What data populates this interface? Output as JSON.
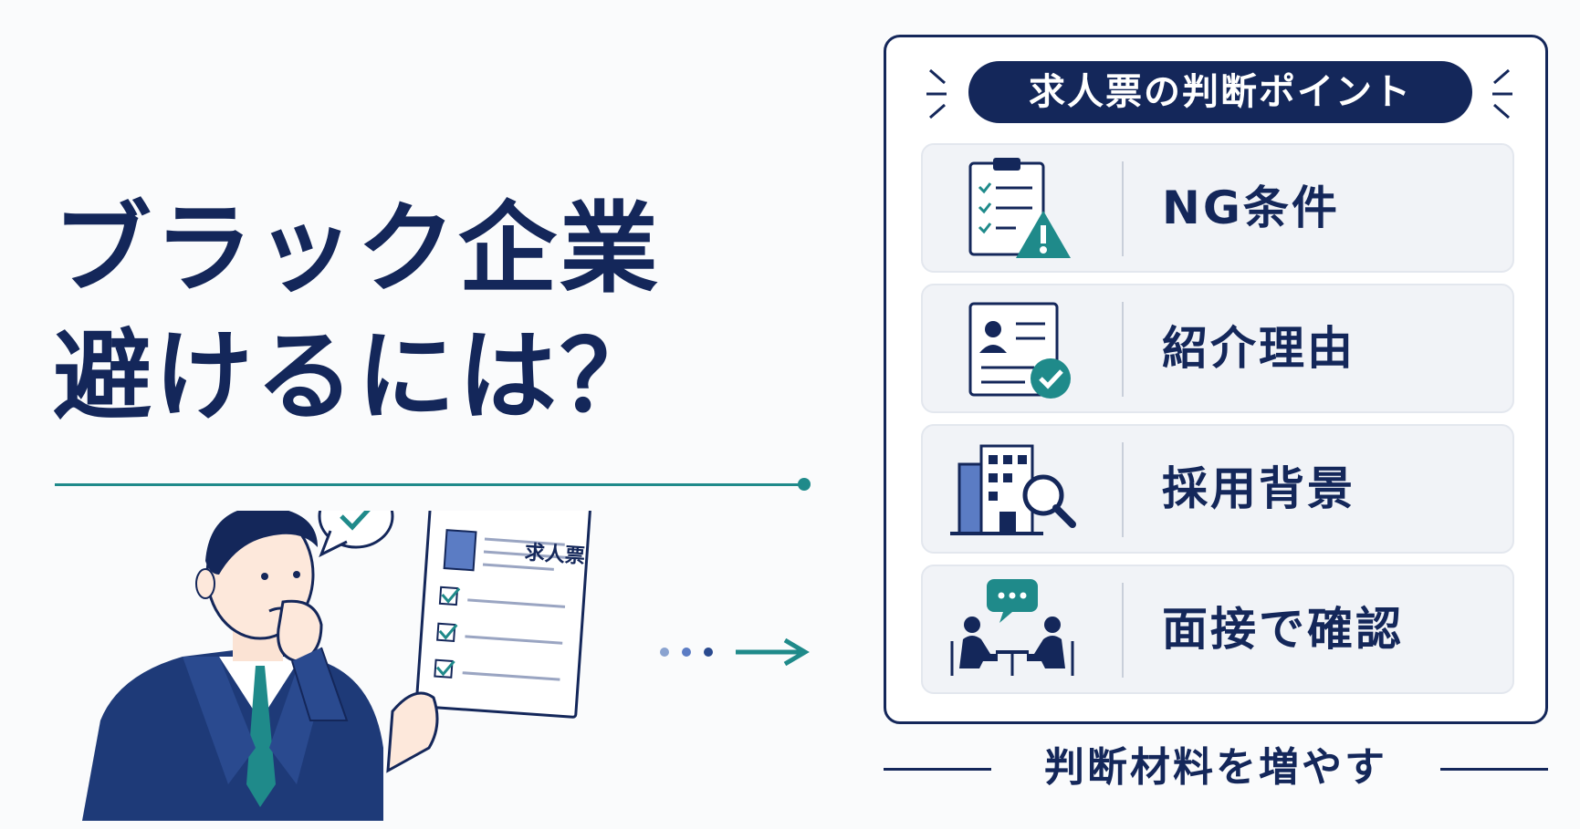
{
  "headline": {
    "line1": "ブラック企業",
    "line2": "避けるには？"
  },
  "illustration": {
    "document_title": "求人票"
  },
  "panel": {
    "heading": "求人票の判断ポイント",
    "items": [
      {
        "label": "NG条件",
        "icon": "checklist-warning-icon"
      },
      {
        "label": "紹介理由",
        "icon": "profile-card-check-icon"
      },
      {
        "label": "採用背景",
        "icon": "building-search-icon"
      },
      {
        "label": "面接で確認",
        "icon": "interview-chat-icon"
      }
    ]
  },
  "footer": {
    "text": "判断材料を増やす"
  },
  "colors": {
    "navy": "#14275a",
    "teal": "#1f8a8a",
    "panel_row": "#f1f3f7"
  }
}
